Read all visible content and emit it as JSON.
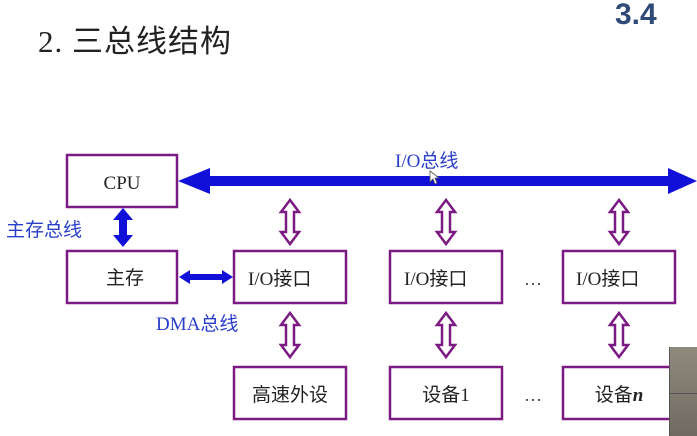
{
  "slide": {
    "title": "2. 三总线结构",
    "section_number": "3.4"
  },
  "colors": {
    "box_border": "#7a1a82",
    "system_bus": "#1010d8",
    "bus_label": "#2a3fc9",
    "section_number": "#2f4a78"
  },
  "boxes": {
    "cpu": "CPU",
    "main_memory": "主存",
    "io_interface_1": "I/O接口",
    "io_interface_2": "I/O接口",
    "io_interface_n": "I/O接口",
    "high_speed_peripheral": "高速外设",
    "device_1": "设备1",
    "device_n_prefix": "设备",
    "device_n_suffix": "n"
  },
  "buses": {
    "io_bus": "I/O总线",
    "memory_bus": "主存总线",
    "dma_bus": "DMA总线"
  },
  "ellipsis": "…"
}
